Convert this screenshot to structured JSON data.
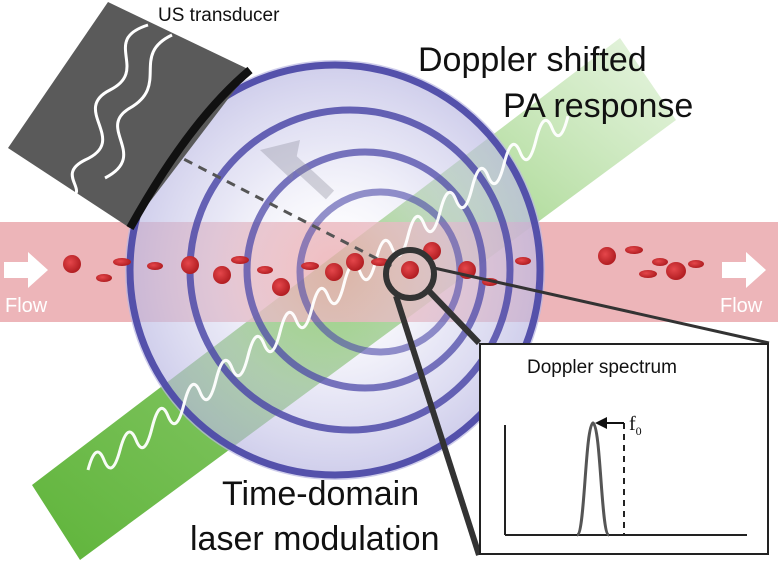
{
  "labels": {
    "transducer": "US transducer",
    "doppler_line1": "Doppler shifted",
    "doppler_line2": "PA response",
    "laser_line1": "Time-domain",
    "laser_line2": "laser modulation",
    "flow_left": "Flow",
    "flow_right": "Flow"
  },
  "inset": {
    "title": "Doppler spectrum",
    "marker_main": "f",
    "marker_sub": "0"
  },
  "colors": {
    "vessel": "#e8a3a8",
    "rbc": "#d42a2e",
    "laser_beam": "#5fb43a",
    "rings": "#4d4aa8",
    "transducer_body": "#5a5a5a",
    "magnifier": "#333333"
  },
  "icons": [
    "flow-arrow-icon",
    "flow-arrow-icon",
    "propagation-arrow-icon"
  ]
}
